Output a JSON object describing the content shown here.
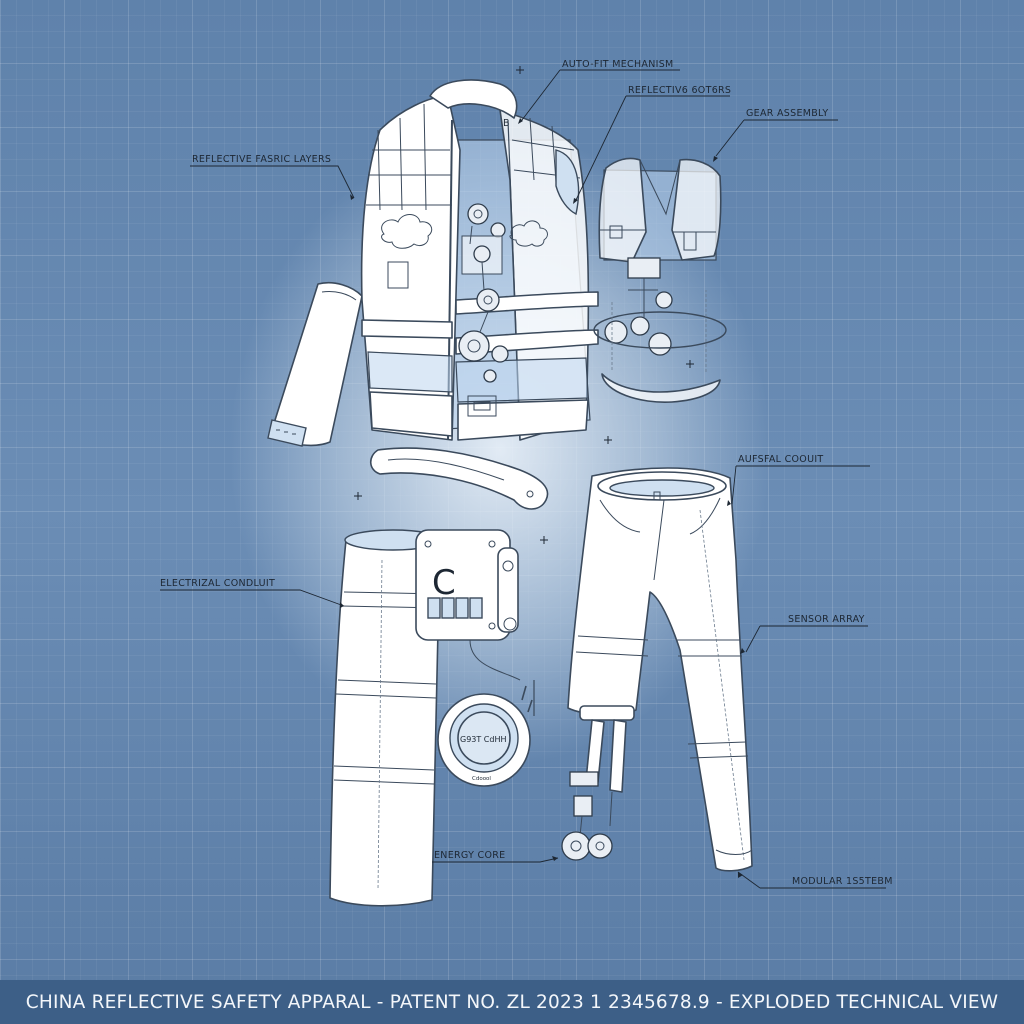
{
  "labels": {
    "auto_fit": "AUTO-FIT MECHANISM",
    "reflective_fibers": "REFLECTIV6 6OT6RS",
    "gear_assembly": "GEAR ASSEMBLY",
    "reflective_fabric": "REFLECTIVE FASRIC LAYERS",
    "aufsfal_conduit": "AUFSFAL COOUIT",
    "electrical_conduit": "ELECTRIZAL CONDLUIT",
    "sensor_array": "SENSOR ARRAY",
    "energy_core": "ENERGY CORE",
    "modular_system": "MODULAR 1S5TEBM"
  },
  "device_marks": {
    "dial_text": "G93T CdHH",
    "dial_sub": "Cdoool",
    "module_letter": "C",
    "collar_mark": "B"
  },
  "footer": {
    "caption": "CHINA REFLECTIVE SAFETY APPARAL - PATENT NO. ZL 2023 1 2345678.9 - EXPLODED TECHNICAL VIEW"
  },
  "colors": {
    "background": "#6b8db5",
    "footer_bar": "#3d5f87",
    "line_ink": "#3b4a5c",
    "accent_fill": "#cfe0f1"
  }
}
